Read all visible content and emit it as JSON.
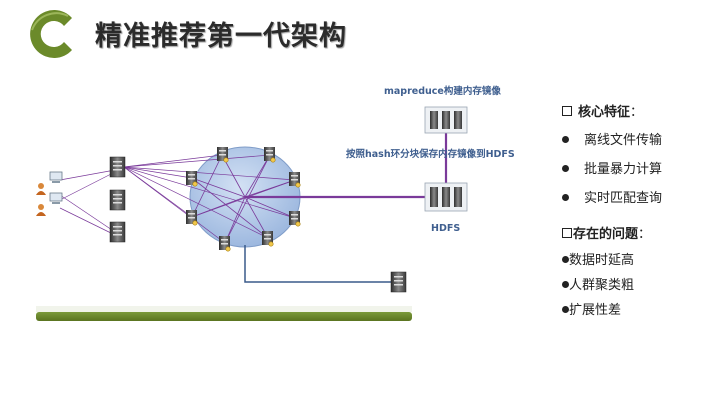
{
  "slide": {
    "title": "精准推荐第一代架构"
  },
  "diagram": {
    "label_mapreduce": "mapreduce构建内存镜像",
    "label_hash": "按照hash环分块保存内存镜像到HDFS",
    "label_hdfs": "HDFS"
  },
  "panel": {
    "core_title": "核心特征",
    "core_colon": "：",
    "core_items": [
      "离线文件传输",
      "批量暴力计算",
      "实时匹配查询"
    ],
    "problems_title": "存在的问题",
    "problems_colon": "：",
    "problem_items": [
      "数据时延高",
      "人群聚类粗",
      "扩展性差"
    ]
  },
  "colors": {
    "accent_green": "#6b8a2a",
    "link_purple": "#7a3a9a",
    "link_blue": "#3a5a8a",
    "ring_fill": "#a9c2e6",
    "label_blue": "#3f5f8f"
  }
}
